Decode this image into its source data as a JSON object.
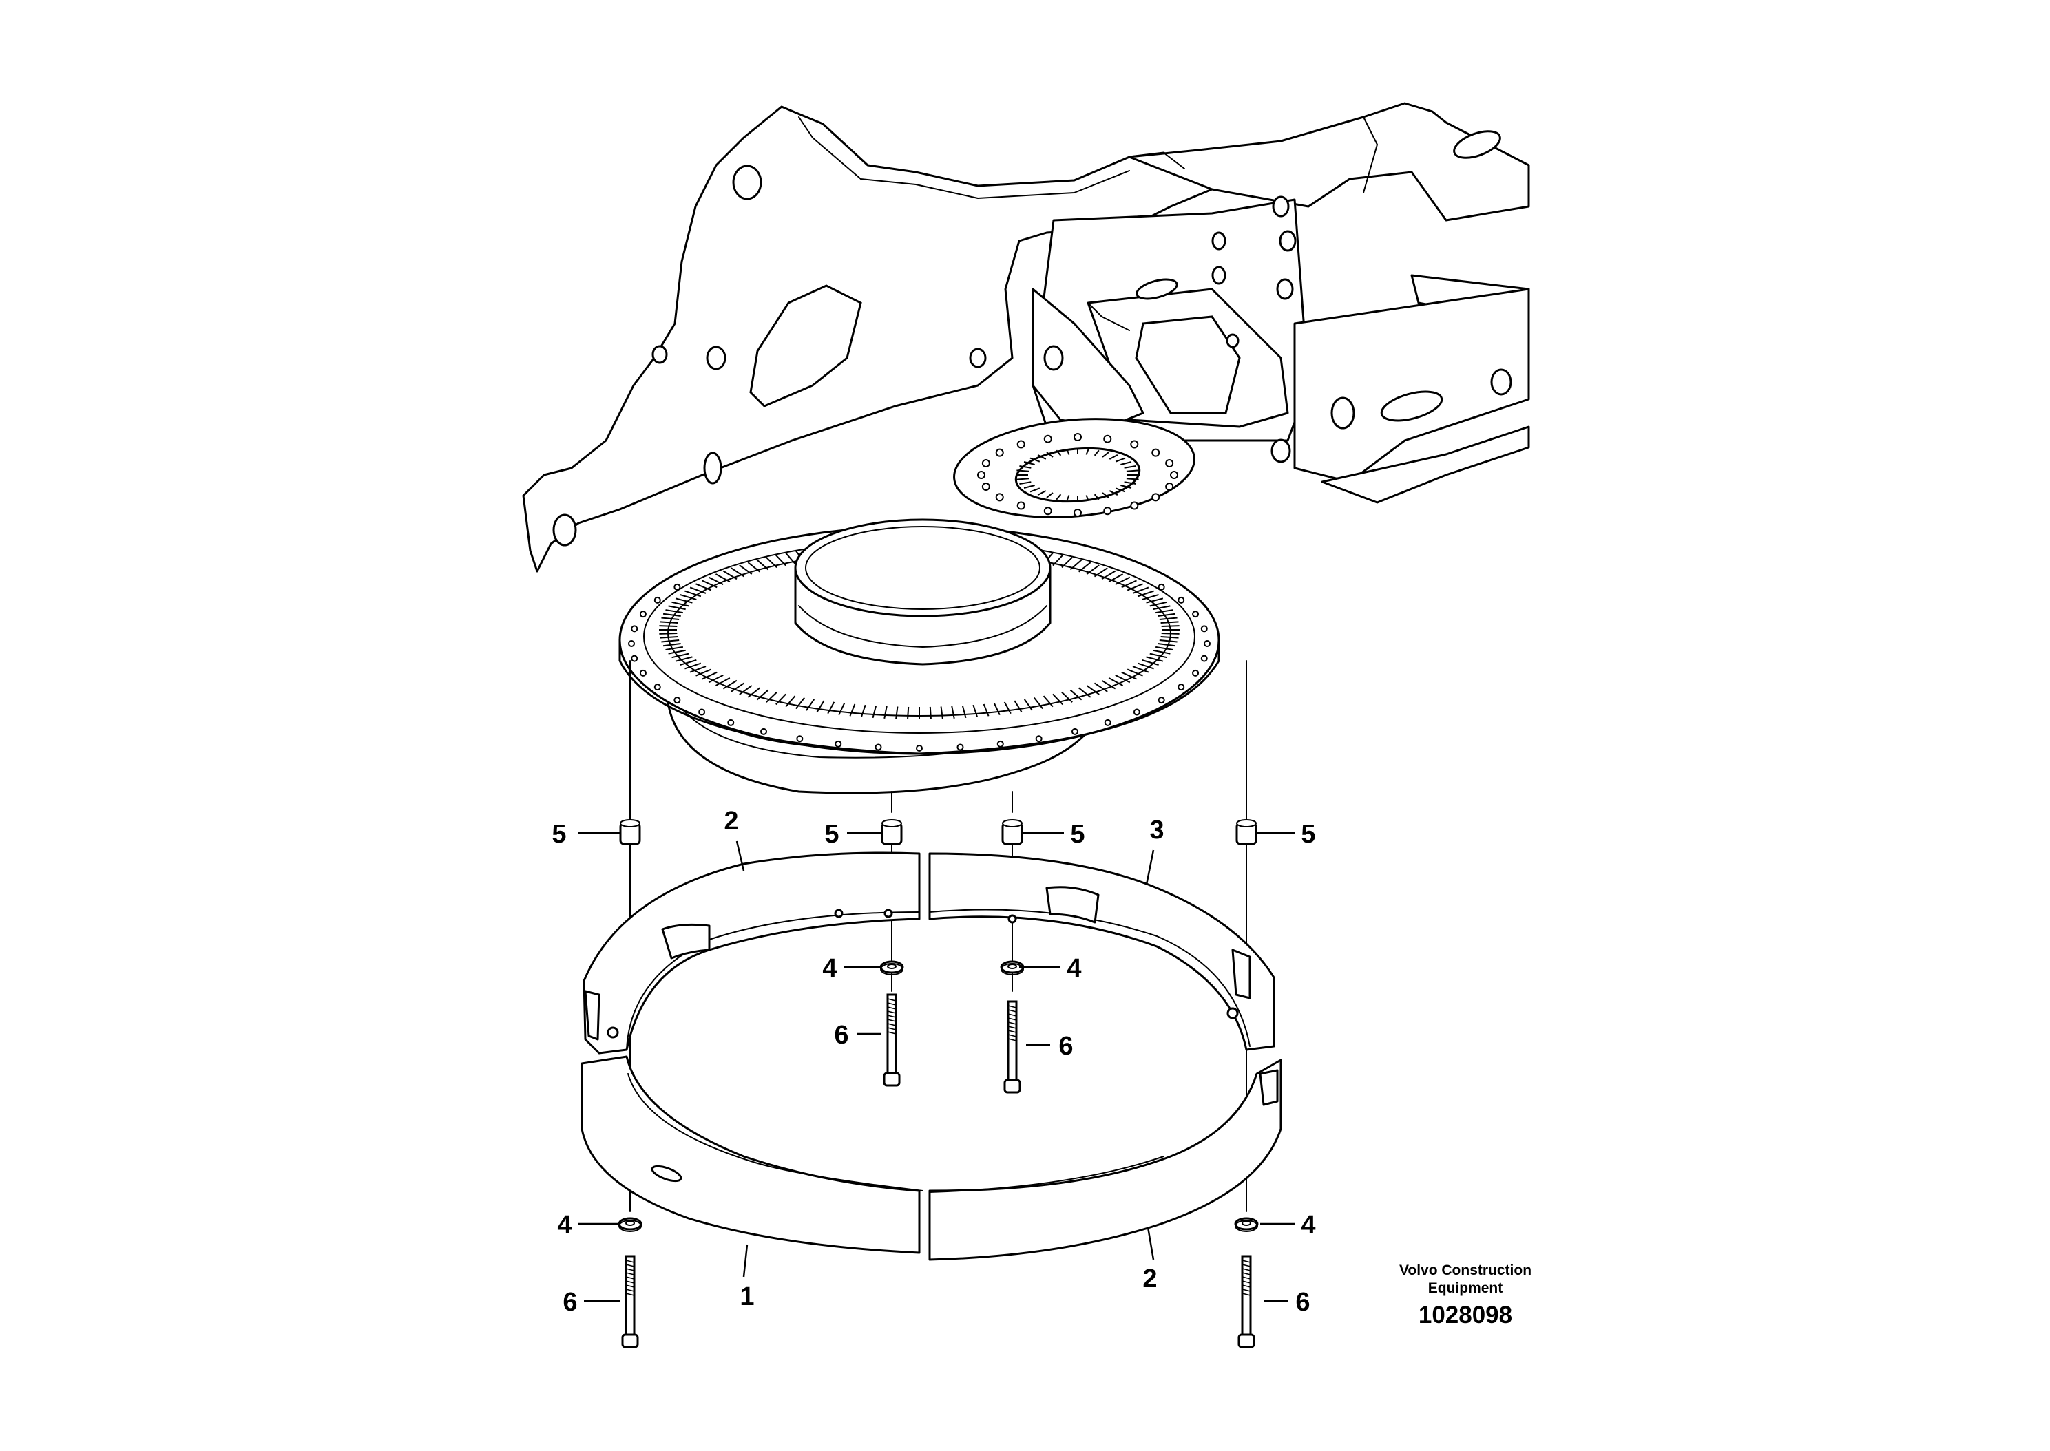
{
  "drawing": {
    "credit_line_1": "Volvo Construction",
    "credit_line_2": "Equipment",
    "drawing_number": "1028098"
  },
  "callouts": [
    {
      "id": "c5a",
      "label": "5"
    },
    {
      "id": "c2a",
      "label": "2"
    },
    {
      "id": "c5b",
      "label": "5"
    },
    {
      "id": "c5c",
      "label": "5"
    },
    {
      "id": "c3",
      "label": "3"
    },
    {
      "id": "c5d",
      "label": "5"
    },
    {
      "id": "c4a",
      "label": "4"
    },
    {
      "id": "c4b",
      "label": "4"
    },
    {
      "id": "c6a",
      "label": "6"
    },
    {
      "id": "c6b",
      "label": "6"
    },
    {
      "id": "c4c",
      "label": "4"
    },
    {
      "id": "c4d",
      "label": "4"
    },
    {
      "id": "c6c",
      "label": "6"
    },
    {
      "id": "c1",
      "label": "1"
    },
    {
      "id": "c2b",
      "label": "2"
    },
    {
      "id": "c6d",
      "label": "6"
    }
  ]
}
